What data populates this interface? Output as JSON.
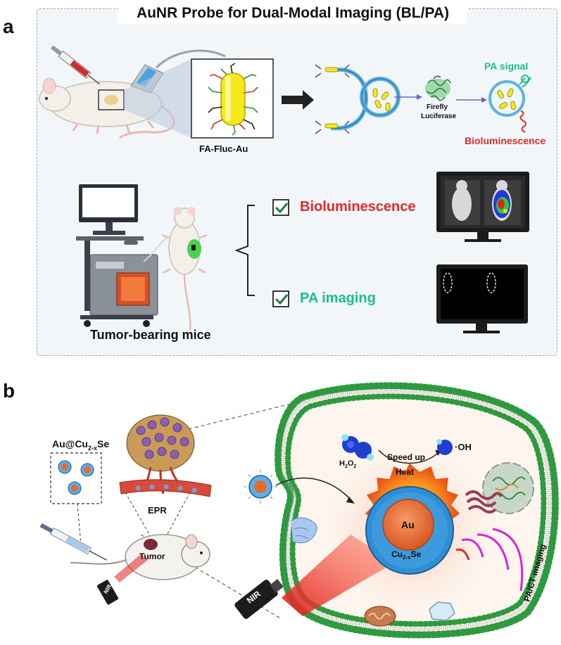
{
  "panel_a": {
    "letter": "a",
    "title": "AuNR Probe for Dual-Modal Imaging (BL/PA)",
    "probe_label": "FA-Fluc-Au",
    "enzyme_label_line1": "Firefly",
    "enzyme_label_line2": "Luciferase",
    "pa_signal_label": "PA signal",
    "bioluminescence_label": "Bioluminescence",
    "mice_label": "Tumor-bearing mice",
    "checklist": [
      {
        "label": "Bioluminescence",
        "color": "#e02b26"
      },
      {
        "label": "PA imaging",
        "color": "#1bbf8f"
      }
    ]
  },
  "panel_b": {
    "letter": "b",
    "nanoparticle_label_prefix": "Au@Cu",
    "nanoparticle_label_sub": "2-x",
    "nanoparticle_label_suffix": "Se",
    "epr_label": "EPR",
    "tumor_label": "Tumor",
    "nir_small_label": "NIR",
    "nir_large_label": "NIR",
    "h2o2_prefix": "H",
    "h2o2_sub1": "2",
    "h2o2_mid": "O",
    "h2o2_sub2": "2",
    "oh_label": "·OH",
    "speed_up_label": "Speed up",
    "heat_label": "Heat",
    "core_label": "Au",
    "shell_prefix": "Cu",
    "shell_sub": "2-x",
    "shell_suffix": "Se",
    "imaging_label": "PA/CT imaging"
  },
  "colors": {
    "bioluminescence_red": "#e02b26",
    "pa_green": "#1bbf8f",
    "membrane_green": "#2e9a3f",
    "gold_rod": "#f5ea18",
    "core_orange": "#e86a2a",
    "shell_blue": "#2f8fd6"
  }
}
